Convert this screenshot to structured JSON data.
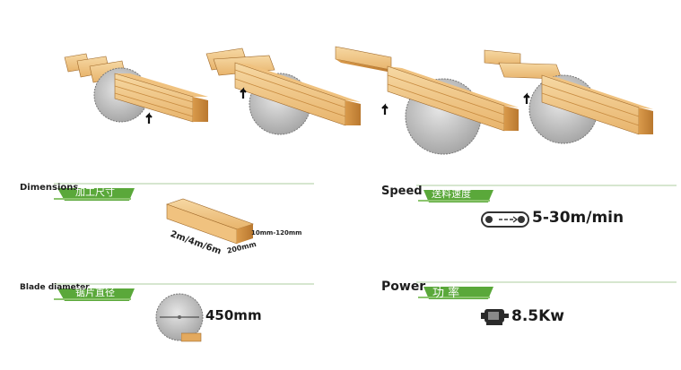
{
  "specs": {
    "dimensions": {
      "label_en": "Dimensions",
      "label_cn": "加工尺寸",
      "lengths": "2m/4m/6m",
      "thickness": "10mm-120mm",
      "width": "200mm"
    },
    "blade": {
      "label_en": "Blade diameter",
      "label_cn": "锯片直径",
      "value": "450mm"
    },
    "speed": {
      "label_en": "Speed",
      "label_cn": "送料速度",
      "value": "5-30m/min"
    },
    "power": {
      "label_en": "Power",
      "label_cn": "功 率",
      "value": "8.5Kw"
    }
  },
  "icons": {
    "conveyor": "conveyor-belt-icon",
    "motor": "motor-icon",
    "arrow": "up-arrow-icon"
  },
  "colors": {
    "wood_light": "#f2c98a",
    "wood_mid": "#e3a95e",
    "wood_dark": "#b97a35",
    "blade": "#c8c8c8",
    "ribbon_green": "#5aa83a",
    "text": "#1e1e1e"
  }
}
